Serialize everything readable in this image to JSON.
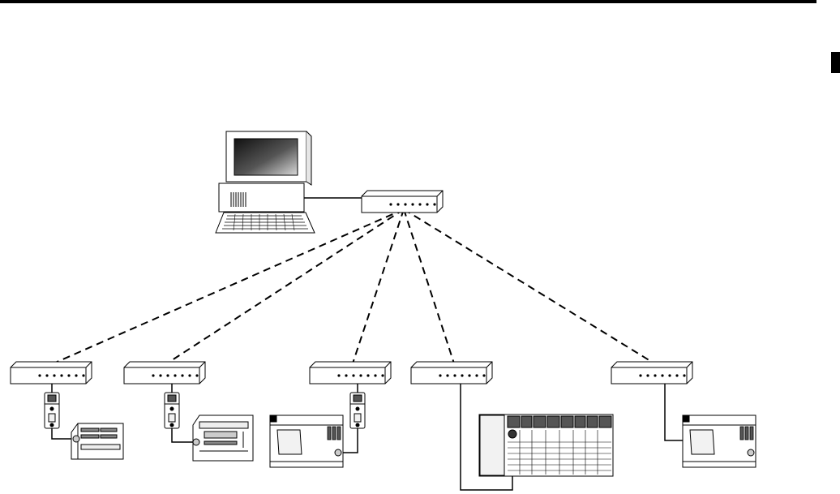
{
  "diagram": {
    "nodes": [
      {
        "id": "workstation",
        "kind": "computer"
      },
      {
        "id": "central-radio",
        "kind": "radio-modem"
      },
      {
        "id": "radio-1",
        "kind": "radio-modem"
      },
      {
        "id": "radio-2",
        "kind": "radio-modem"
      },
      {
        "id": "radio-3",
        "kind": "radio-modem"
      },
      {
        "id": "radio-4",
        "kind": "radio-modem"
      },
      {
        "id": "radio-5",
        "kind": "radio-modem"
      },
      {
        "id": "converter-1",
        "kind": "serial-converter"
      },
      {
        "id": "converter-2",
        "kind": "serial-converter"
      },
      {
        "id": "converter-3",
        "kind": "serial-converter"
      },
      {
        "id": "plc-micro-1",
        "kind": "micro-plc"
      },
      {
        "id": "plc-micro-2",
        "kind": "micro-plc"
      },
      {
        "id": "plc-compact-1",
        "kind": "compact-plc"
      },
      {
        "id": "plc-rack",
        "kind": "rack-plc"
      },
      {
        "id": "plc-compact-2",
        "kind": "compact-plc"
      }
    ],
    "links": [
      {
        "from": "workstation",
        "to": "central-radio",
        "style": "wired"
      },
      {
        "from": "central-radio",
        "to": "radio-1",
        "style": "wireless"
      },
      {
        "from": "central-radio",
        "to": "radio-2",
        "style": "wireless"
      },
      {
        "from": "central-radio",
        "to": "radio-3",
        "style": "wireless"
      },
      {
        "from": "central-radio",
        "to": "radio-4",
        "style": "wireless"
      },
      {
        "from": "central-radio",
        "to": "radio-5",
        "style": "wireless"
      },
      {
        "from": "radio-1",
        "to": "converter-1",
        "style": "wired"
      },
      {
        "from": "converter-1",
        "to": "plc-micro-1",
        "style": "wired"
      },
      {
        "from": "radio-2",
        "to": "converter-2",
        "style": "wired"
      },
      {
        "from": "converter-2",
        "to": "plc-micro-2",
        "style": "wired"
      },
      {
        "from": "radio-3",
        "to": "converter-3",
        "style": "wired"
      },
      {
        "from": "converter-3",
        "to": "plc-compact-1",
        "style": "wired"
      },
      {
        "from": "radio-4",
        "to": "plc-rack",
        "style": "wired"
      },
      {
        "from": "radio-5",
        "to": "plc-compact-2",
        "style": "wired"
      }
    ],
    "colors": {
      "line": "#000000",
      "fill": "#ffffff",
      "panel": "#f2f2f2",
      "dark": "#555555"
    }
  }
}
